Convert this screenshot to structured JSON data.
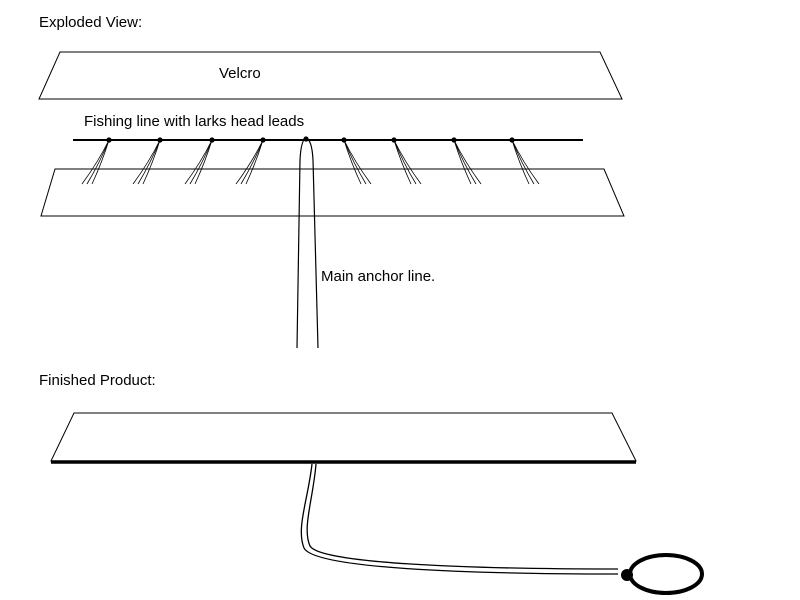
{
  "labels": {
    "exploded_view": "Exploded View:",
    "velcro": "Velcro",
    "fishing_line": "Fishing line with larks head leads",
    "anchor_line": "Main anchor line.",
    "finished_product": "Finished Product:"
  },
  "colors": {
    "ink": "#000000",
    "background": "#ffffff"
  }
}
